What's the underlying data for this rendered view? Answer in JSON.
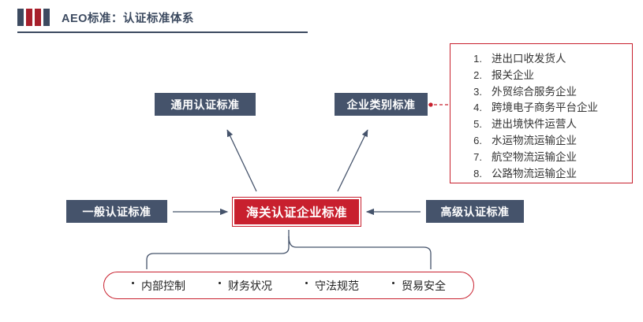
{
  "header": {
    "title": "AEO标准：认证标准体系",
    "bars": [
      "dark",
      "red",
      "red",
      "red",
      "dark"
    ],
    "accent_navy": "#3c4a60",
    "accent_red": "#a71f2b"
  },
  "diagram": {
    "center_box": "海关认证企业标准",
    "top_left_box": "通用认证标准",
    "top_right_box": "企业类别标准",
    "left_box": "一般认证标准",
    "right_box": "高级认证标准",
    "colors": {
      "navy": "#45536b",
      "red": "#c8202e",
      "arrow": "#45536b",
      "dashed": "#c8202e"
    }
  },
  "category_list": [
    {
      "num": "1.",
      "label": "进出口收发货人"
    },
    {
      "num": "2.",
      "label": "报关企业"
    },
    {
      "num": "3.",
      "label": "外贸综合服务企业"
    },
    {
      "num": "4.",
      "label": "跨境电子商务平台企业"
    },
    {
      "num": "5.",
      "label": "进出境快件运营人"
    },
    {
      "num": "6.",
      "label": "水运物流运输企业"
    },
    {
      "num": "7.",
      "label": "航空物流运输企业"
    },
    {
      "num": "8.",
      "label": "公路物流运输企业"
    }
  ],
  "bottom_items": [
    {
      "label": "内部控制"
    },
    {
      "label": "财务状况"
    },
    {
      "label": "守法规范"
    },
    {
      "label": "贸易安全"
    }
  ]
}
